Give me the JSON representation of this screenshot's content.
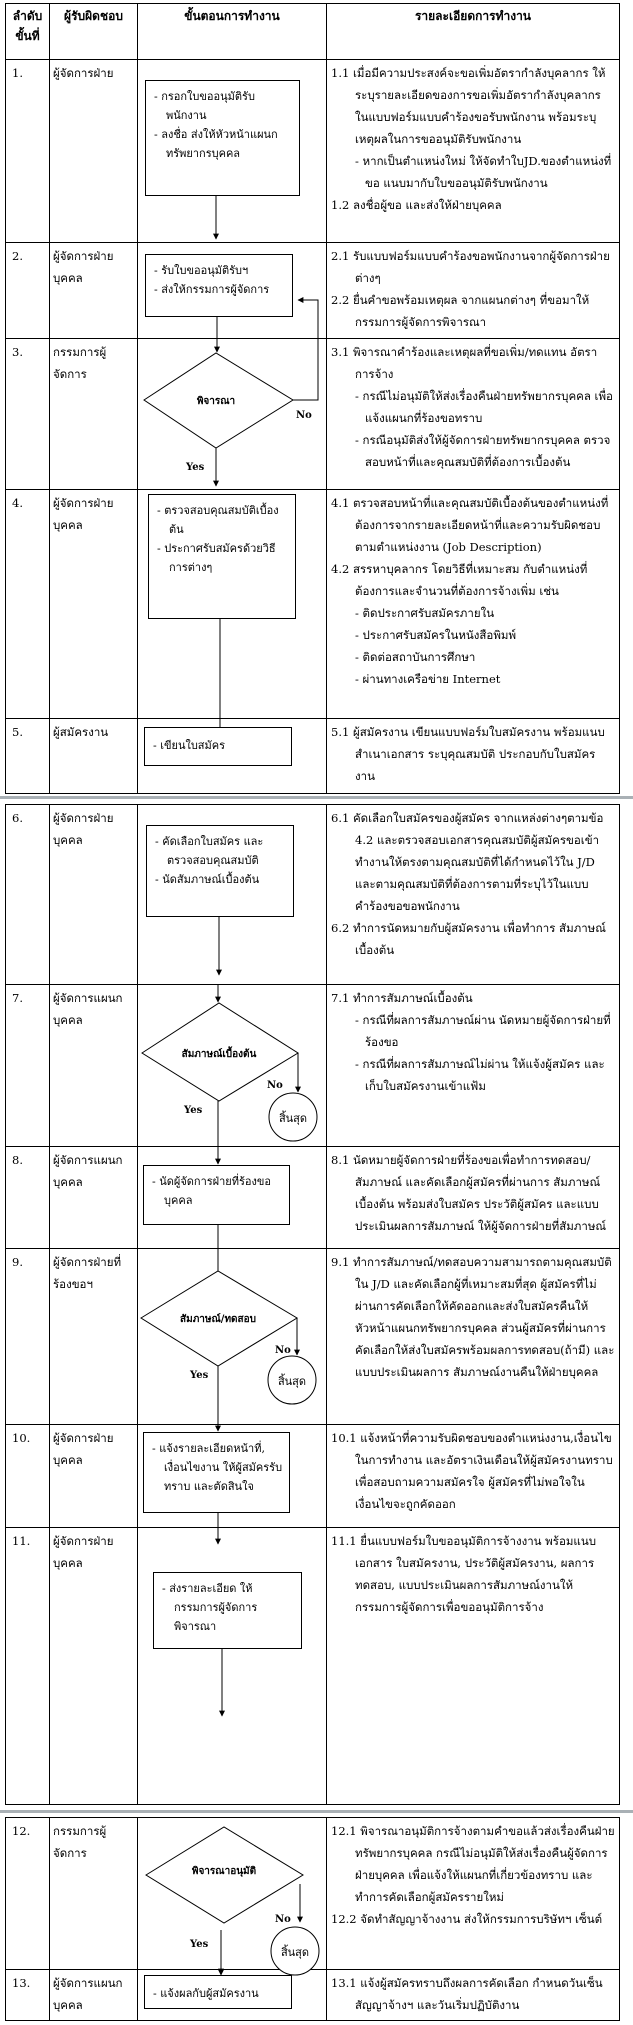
{
  "header": {
    "step": "ลำดับขั้นที่",
    "responsible": "ผู้รับผิดชอบ",
    "procedure": "ขั้นตอนการทำงาน",
    "details": "รายละเอียดการทำงาน"
  },
  "rows": [
    {
      "num": "1.",
      "resp": "ผู้จัดการฝ่าย",
      "box": [
        "- กรอกใบขออนุมัติรับพนักงาน",
        "- ลงชื่อ ส่งให้หัวหน้าแผนกทรัพยากรบุคคล"
      ],
      "details": [
        {
          "n": "1.1",
          "t": "เมื่อมีความประสงค์จะขอเพิ่มอัตรากำลังบุคลากร ให้ระบุรายละเอียดของการขอเพิ่มอัตรากำลังบุคลากร ในแบบฟอร์มแบบคำร้องขอรับพนักงาน พร้อมระบุเหตุผลในการขออนุมัติรับพนักงาน",
          "sub": [
            "- หากเป็นตำแหน่งใหม่ ให้จัดทำใบJD.ของตำแหน่งที่ขอ แนบมากับใบขออนุมัติรับพนักงาน"
          ]
        },
        {
          "n": "1.2",
          "t": "ลงชื่อผู้ขอ และส่งให้ฝ่ายบุคคล",
          "sub": []
        }
      ]
    },
    {
      "num": "2.",
      "resp": "ผู้จัดการฝ่ายบุคคล",
      "box": [
        "- รับใบขออนุมัติรับฯ",
        "- ส่งให้กรรมการผู้จัดการ"
      ],
      "details": [
        {
          "n": "2.1",
          "t": "รับแบบฟอร์มแบบคำร้องขอพนักงานจากผู้จัดการฝ่ายต่างๆ",
          "sub": []
        },
        {
          "n": "2.2",
          "t": "ยื่นคำขอพร้อมเหตุผล จากแผนกต่างๆ ที่ขอมาให้กรรมการผู้จัดการพิจารณา",
          "sub": []
        }
      ]
    },
    {
      "num": "3.",
      "resp": "กรรมการผู้จัดการ",
      "box": [],
      "details": [
        {
          "n": "3.1",
          "t": "พิจารณาคำร้องและเหตุผลที่ขอเพิ่ม/ทดแทน อัตราการจ้าง",
          "sub": [
            "- กรณีไม่อนุมัติให้ส่งเรื่องคืนฝ่ายทรัพยากรบุคคล เพื่อแจ้งแผนกที่ร้องขอทราบ",
            "- กรณีอนุมัติส่งให้ผู้จัดการฝ่ายทรัพยากรบุคคล ตรวจสอบหน้าที่และคุณสมบัติที่ต้องการเบื้องต้น"
          ]
        }
      ]
    },
    {
      "num": "4.",
      "resp": "ผู้จัดการฝ่ายบุคคล",
      "box": [
        "- ตรวจสอบคุณสมบัติเบื้องต้น",
        "- ประกาศรับสมัครด้วยวิธีการต่างๆ"
      ],
      "details": [
        {
          "n": "4.1",
          "t": "ตรวจสอบหน้าที่และคุณสมบัติเบื้องต้นของตำแหน่งที่ต้องการจากรายละเอียดหน้าที่และความรับผิดชอบตามตำแหน่งงาน (Job Description)",
          "sub": []
        },
        {
          "n": "4.2",
          "t": "สรรหาบุคลากร โดยวิธีที่เหมาะสม กับตำแหน่งที่ต้องการและจำนวนที่ต้องการจ้างเพิ่ม เช่น",
          "sub": [
            "- ติดประกาศรับสมัครภายใน",
            "- ประกาศรับสมัครในหนังสือพิมพ์",
            "- ติดต่อสถาบันการศึกษา",
            "- ผ่านทางเครือข่าย Internet"
          ]
        }
      ]
    },
    {
      "num": "5.",
      "resp": "ผู้สมัครงาน",
      "box": [
        "- เขียนใบสมัคร"
      ],
      "details": [
        {
          "n": "5.1",
          "t": "ผู้สมัครงาน เขียนแบบฟอร์มใบสมัครงาน พร้อมแนบสำเนาเอกสาร ระบุคุณสมบัติ ประกอบกับใบสมัครงาน",
          "sub": []
        }
      ]
    },
    {
      "num": "6.",
      "resp": "ผู้จัดการฝ่ายบุคคล",
      "box": [
        "- คัดเลือกใบสมัคร และตรวจสอบคุณสมบัติ",
        "- นัดสัมภาษณ์เบื้องต้น"
      ],
      "details": [
        {
          "n": "6.1",
          "t": "คัดเลือกใบสมัครของผู้สมัคร จากแหล่งต่างๆตามข้อ 4.2 และตรวจสอบเอกสารคุณสมบัติผู้สมัครขอเข้าทำงานให้ตรงตามคุณสมบัติที่ได้กำหนดไว้ใน J/D และตามคุณสมบัติที่ต้องการตามที่ระบุไว้ในแบบคำร้องขอขอพนักงาน",
          "sub": []
        },
        {
          "n": "6.2",
          "t": "ทำการนัดหมายกับผู้สมัครงาน เพื่อทำการ สัมภาษณ์เบื้องต้น",
          "sub": []
        }
      ]
    },
    {
      "num": "7.",
      "resp": "ผู้จัดการแผนกบุคคล",
      "box": [],
      "details": [
        {
          "n": "7.1",
          "t": "ทำการสัมภาษณ์เบื้องต้น",
          "sub": [
            "- กรณีที่ผลการสัมภาษณ์ผ่าน นัดหมายผู้จัดการฝ่ายที่ร้องขอ",
            "- กรณีที่ผลการสัมภาษณ์ไม่ผ่าน ให้แจ้งผู้สมัคร และเก็บใบสมัครงานเข้าแฟ้ม"
          ]
        }
      ]
    },
    {
      "num": "8.",
      "resp": "ผู้จัดการแผนกบุคคล",
      "box": [
        "- นัดผู้จัดการฝ่ายที่ร้องขอบุคคล"
      ],
      "details": [
        {
          "n": "8.1",
          "t": "นัดหมายผู้จัดการฝ่ายที่ร้องขอเพื่อทำการทดสอบ/สัมภาษณ์ และคัดเลือกผู้สมัครที่ผ่านการ สัมภาษณ์เบื้องต้น พร้อมส่งใบสมัคร ประวัติผู้สมัคร และแบบประเมินผลการสัมภาษณ์ ให้ผู้จัดการฝ่ายที่สัมภาษณ์",
          "sub": []
        }
      ]
    },
    {
      "num": "9.",
      "resp": "ผู้จัดการฝ่ายที่ร้องขอฯ",
      "box": [],
      "details": [
        {
          "n": "9.1",
          "t": "ทำการสัมภาษณ์/ทดสอบความสามารถตามคุณสมบัติใน J/D และคัดเลือกผู้ที่เหมาะสมที่สุด ผู้สมัครที่ไม่ผ่านการคัดเลือกให้คัดออกและส่งใบสมัครคืนให้หัวหน้าแผนกทรัพยากรบุคคล ส่วนผู้สมัครที่ผ่านการคัดเลือกให้ส่งใบสมัครพร้อมผลการทดสอบ(ถ้ามี) และแบบประเมินผลการ สัมภาษณ์งานคืนให้ฝ่ายบุคคล",
          "sub": []
        }
      ]
    },
    {
      "num": "10.",
      "resp": "ผู้จัดการฝ่ายบุคคล",
      "box": [
        "- แจ้งรายละเอียดหน้าที่, เงื่อนไขงาน ให้ผู้สมัครรับทราบ และตัดสินใจ"
      ],
      "details": [
        {
          "n": "10.1",
          "t": "แจ้งหน้าที่ความรับผิดชอบของตำแหน่งงาน,เงื่อนไขในการทำงาน และอัตราเงินเดือนให้ผู้สมัครงานทราบ เพื่อสอบถามความสมัครใจ ผู้สมัครที่ไม่พอใจในเงื่อนไขจะถูกคัดออก",
          "sub": []
        }
      ]
    },
    {
      "num": "11.",
      "resp": "ผู้จัดการฝ่ายบุคคล",
      "box": [
        "- ส่งรายละเอียด ให้กรรมการผู้จัดการพิจารณา"
      ],
      "details": [
        {
          "n": "11.1",
          "t": "ยื่นแบบฟอร์มใบขออนุมัติการจ้างงาน พร้อมแนบเอกสาร ใบสมัครงาน, ประวัติผู้สมัครงาน, ผลการทดสอบ, แบบประเมินผลการสัมภาษณ์งานให้กรรมการผู้จัดการเพื่อขออนุมัติการจ้าง",
          "sub": []
        }
      ]
    },
    {
      "num": "12.",
      "resp": "กรรมการผู้จัดการ",
      "box": [],
      "details": [
        {
          "n": "12.1",
          "t": "พิจารณาอนุมัติการจ้างตามคำขอแล้วส่งเรื่องคืนฝ่ายทรัพยากรบุคคล กรณีไม่อนุมัติให้ส่งเรื่องคืนผู้จัดการฝ่ายบุคคล เพื่อแจ้งให้แผนกที่เกี่ยวข้องทราบ และทำการคัดเลือกผู้สมัครรายใหม่",
          "sub": []
        },
        {
          "n": "12.2",
          "t": "จัดทำสัญญาจ้างงาน ส่งให้กรรมการบริษัทฯ เซ็นต์",
          "sub": []
        }
      ]
    },
    {
      "num": "13.",
      "resp": "ผู้จัดการแผนกบุคคล",
      "box": [
        "- แจ้งผลกับผู้สมัครงาน"
      ],
      "details": [
        {
          "n": "13.1",
          "t": "แจ้งผู้สมัครทราบถึงผลการคัดเลือก กำหนดวันเซ็นสัญญาจ้างฯ และวันเริ่มปฏิบัติงาน",
          "sub": []
        }
      ]
    }
  ],
  "flow": {
    "decision_3": "พิจารณา",
    "decision_7": "สัมภาษณ์เบื้องต้น",
    "decision_9": "สัมภาษณ์/ทดสอบ",
    "decision_12": "พิจารณาอนุมัติ",
    "yes": "Yes",
    "no": "No",
    "end": "สิ้นสุด"
  }
}
